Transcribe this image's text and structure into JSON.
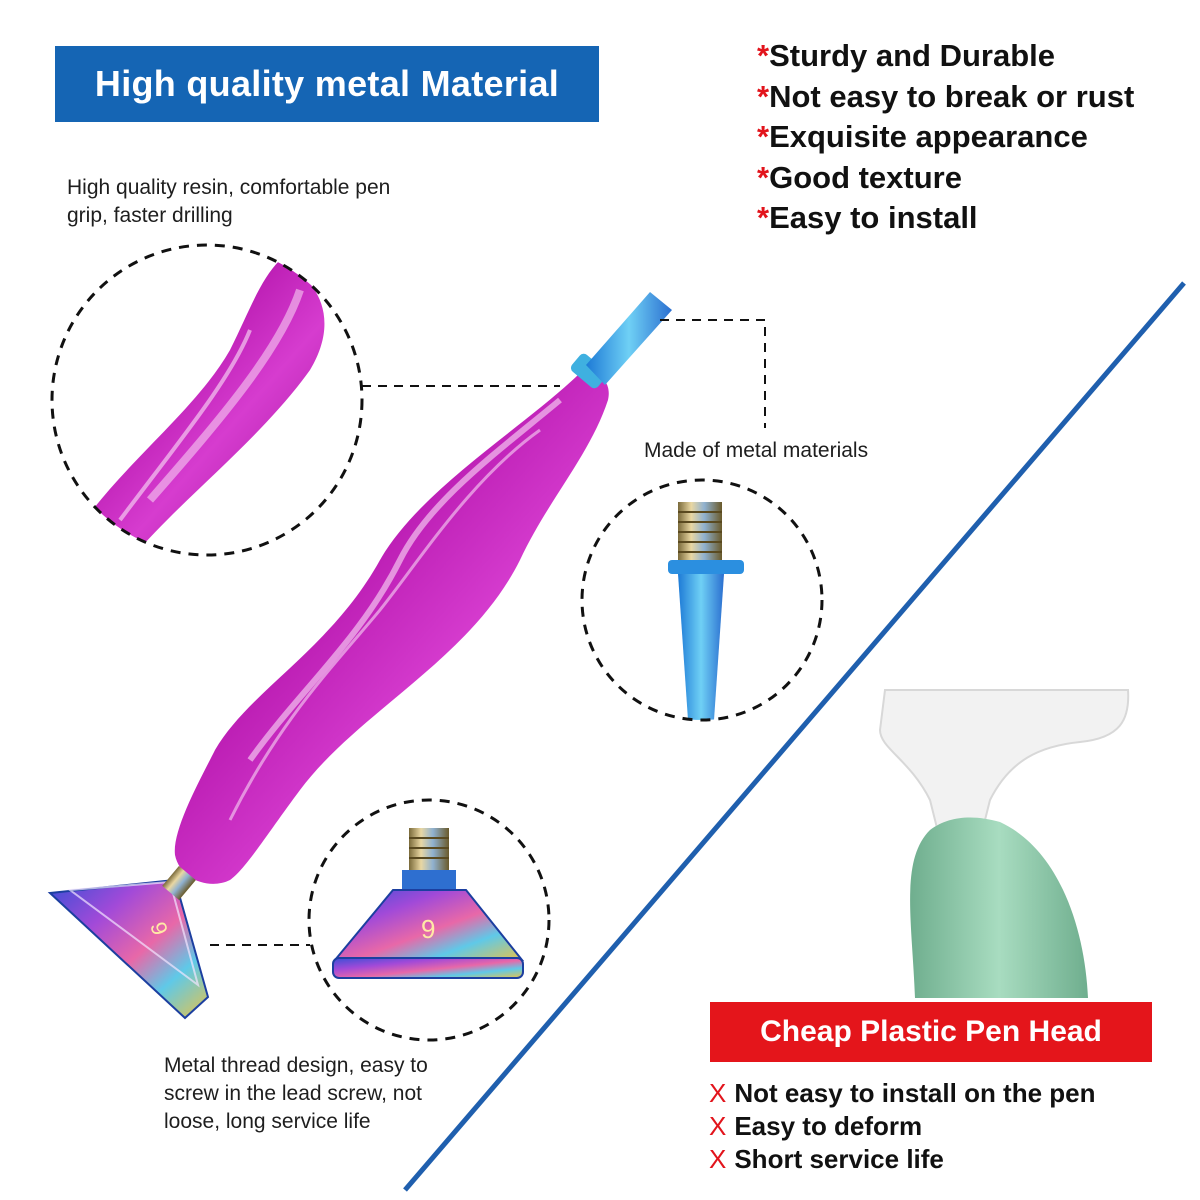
{
  "title": "High quality metal Material",
  "features": {
    "marker": "*",
    "items": [
      "Sturdy and Durable",
      "Not easy to break or rust",
      "Exquisite appearance",
      "Good texture",
      "Easy to install"
    ]
  },
  "captions": {
    "resin": "High quality resin, comfortable pen grip, faster drilling",
    "metal": "Made of metal materials",
    "thread": "Metal thread design, easy to screw in the lead screw, not loose, long service life"
  },
  "head_number": "9",
  "comparison": {
    "label": "Cheap Plastic Pen Head",
    "marker": "X",
    "cons": [
      "Not easy to install on the pen",
      "Easy to deform",
      "Short service life"
    ]
  },
  "colors": {
    "title_bg": "#1565b4",
    "accent_red": "#e2141c",
    "divider_blue": "#1f5fae",
    "resin_pink": "#c21fb6",
    "metal_blue": "#3fa2e6",
    "plastic_green": "#8cc7a8"
  }
}
